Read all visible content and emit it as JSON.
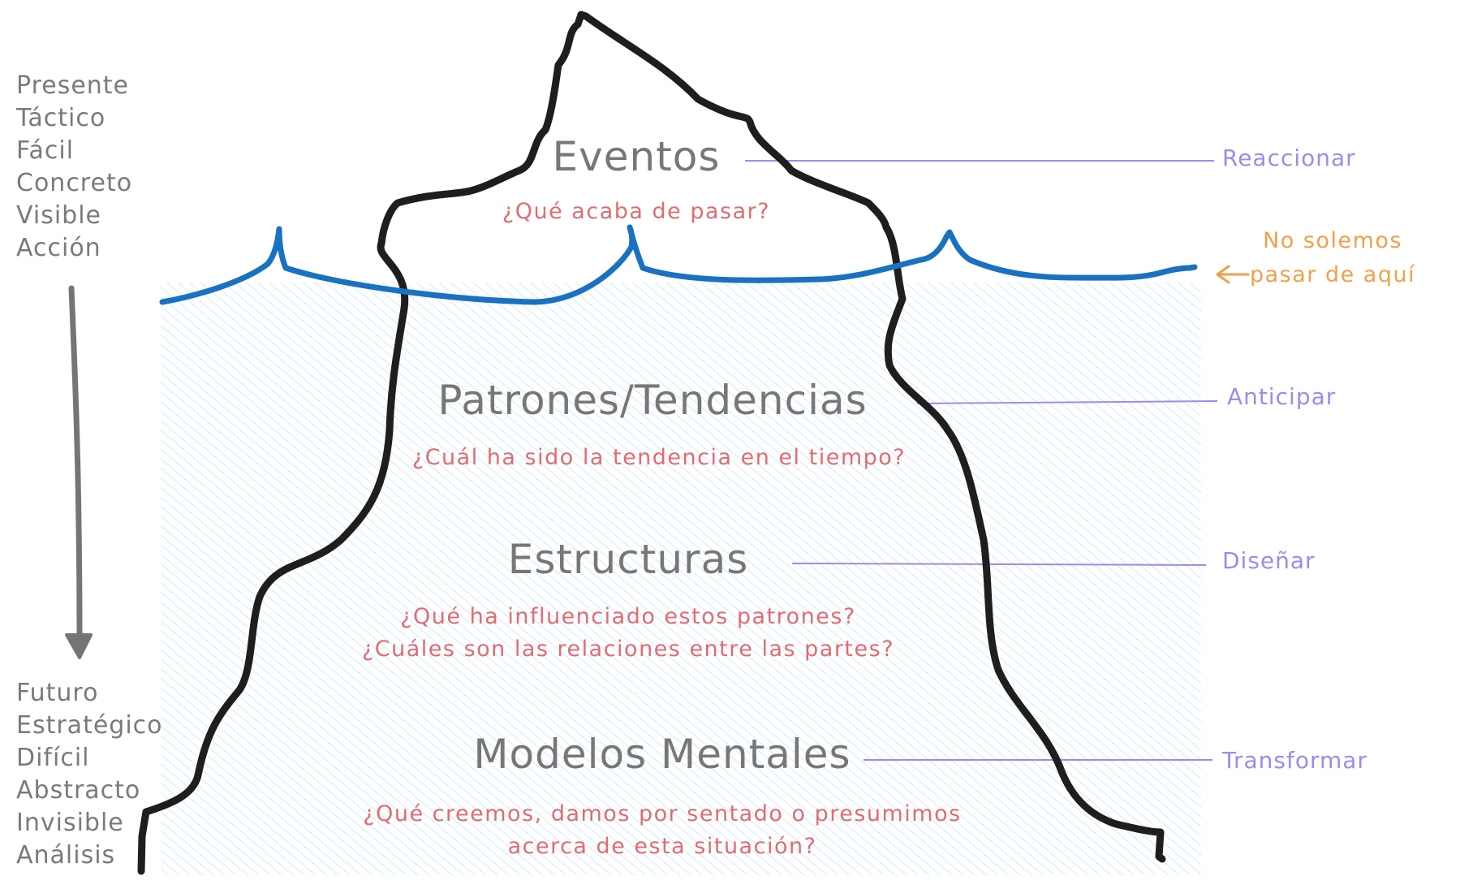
{
  "left_axis": {
    "top_terms": [
      "Presente",
      "Táctico",
      "Fácil",
      "Concreto",
      "Visible",
      "Acción"
    ],
    "bottom_terms": [
      "Futuro",
      "Estratégico",
      "Difícil",
      "Abstracto",
      "Invisible",
      "Análisis"
    ]
  },
  "levels": [
    {
      "title": "Eventos",
      "question_lines": [
        "¿Qué acaba de pasar?"
      ],
      "action": "Reaccionar"
    },
    {
      "title": "Patrones/Tendencias",
      "question_lines": [
        "¿Cuál ha sido la tendencia en el tiempo?"
      ],
      "action": "Anticipar"
    },
    {
      "title": "Estructuras",
      "question_lines": [
        "¿Qué ha influenciado estos patrones?",
        "¿Cuáles son las relaciones entre las partes?"
      ],
      "action": "Diseñar"
    },
    {
      "title": "Modelos Mentales",
      "question_lines": [
        "¿Qué creemos, damos por sentado o presumimos",
        "acerca de esta situación?"
      ],
      "action": "Transformar"
    }
  ],
  "waterline_note": {
    "lines": [
      "No solemos",
      "pasar de aquí"
    ]
  },
  "colors": {
    "outline": "#1e1e1e",
    "water_line": "#1971c2",
    "water_hatch": "#a5d8ff",
    "title": "#777777",
    "question": "#e06c70",
    "action": "#9b8cec",
    "note": "#f0a04b",
    "axis_arrow": "#757575"
  }
}
